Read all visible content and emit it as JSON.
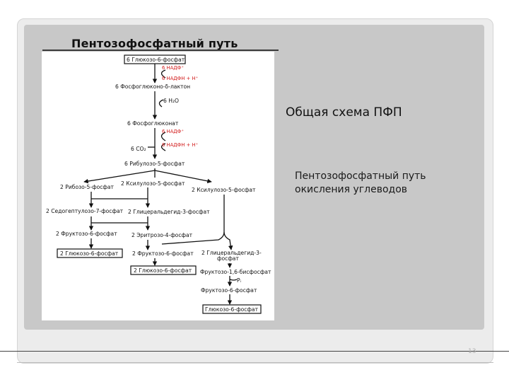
{
  "slide": {
    "title": "Пентозофосфатный путь",
    "caption_main": "Общая схема ПФП",
    "caption_sub_line1": "Пентозофосфатный путь",
    "caption_sub_line2": "окисления углеводов",
    "page_number": "13"
  },
  "diagram": {
    "nodes": {
      "g6p_top": "6 Глюкозо-6-фосфат",
      "nadp1": "6 НАДФ⁺",
      "nadph1": "6 НАДФН + Н⁺",
      "lactone": "6 Фосфоглюконо-δ-лактон",
      "water": "6 H₂O",
      "gluconate": "6 Фосфоглюконат",
      "nadp2": "6 НАДФ⁺",
      "nadph2": "6 НАДФН + Н⁺",
      "co2": "6 CO₂",
      "ribulose": "6 Рибулозо-5-фосфат",
      "xylulose_mid": "2 Ксилулозо-5-фосфат",
      "ribose": "2 Рибозо-5-фосфат",
      "xylulose_right": "2 Ксилулозо-5-фосфат",
      "sedoheptulose": "2 Седогептулозо-7-фосфат",
      "glyceraldehyde2": "2 Глицеральдегид-3-фосфат",
      "fructose_left": "2 Фруктозо-6-фосфат",
      "erythrose": "2 Эритрозо-4-фосфат",
      "glucose_left": "2 Глюкозо-6-фосфат",
      "fructose_mid": "2 Фруктозо-6-фосфат",
      "glyceraldehyde_line1": "2 Глицеральдегид-3-",
      "glyceraldehyde_line2": "фосфат",
      "glucose_mid": "2 Глюкозо-6-фосфат",
      "fbp": "Фруктозо-1,6-бисфосфат",
      "pi": "Pᵢ",
      "fructose_bottom": "Фруктозо-6-фосфат",
      "glucose_bottom": "Глюкозо-6-фосфат"
    }
  }
}
